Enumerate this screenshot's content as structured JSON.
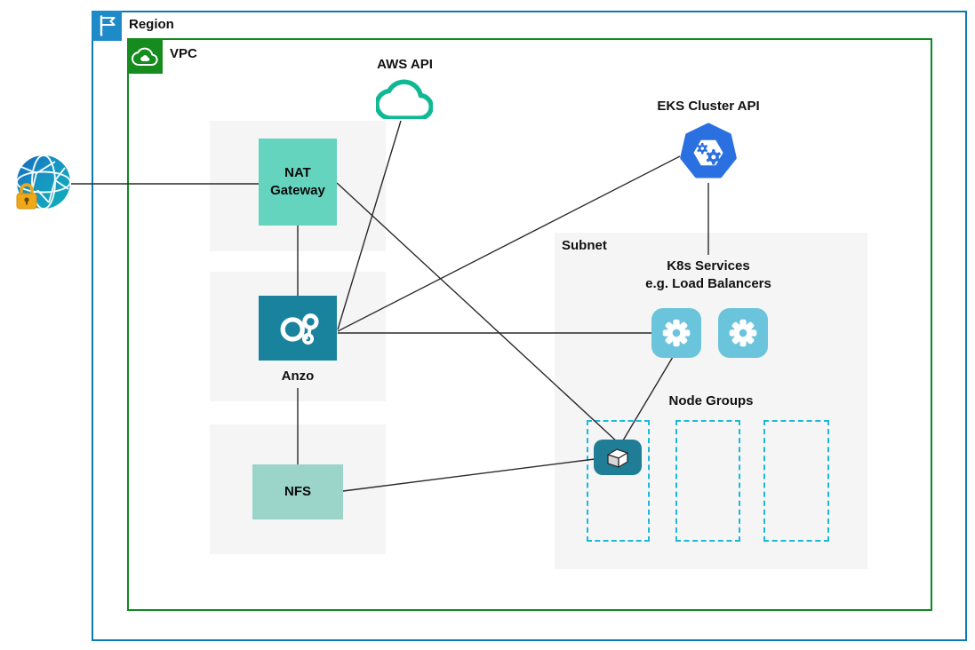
{
  "region": {
    "label": "Region"
  },
  "vpc": {
    "label": "VPC"
  },
  "internet": {
    "icon": "globe-with-lock"
  },
  "aws_api": {
    "label": "AWS API",
    "icon": "cloud-outline"
  },
  "eks": {
    "label": "EKS Cluster API",
    "icon": "eks-heptagon"
  },
  "nat": {
    "label": "NAT\nGateway"
  },
  "anzo": {
    "label": "Anzo",
    "icon": "anzo-graph-logo"
  },
  "nfs": {
    "label": "NFS"
  },
  "subnet": {
    "label": "Subnet"
  },
  "k8s_services": {
    "label": "K8s Services\ne.g. Load Balancers",
    "icon": "gear"
  },
  "node_groups": {
    "label": "Node Groups",
    "count": 3,
    "icon": "cube"
  },
  "colors": {
    "region_border": "#0E79B9",
    "region_flag_bg": "#1E8BC8",
    "vpc_border": "#0F8A20",
    "vpc_icon_bg": "#168B1E",
    "panel_gray": "#F5F5F5",
    "nat_fill": "#65D4BF",
    "anzo_fill": "#19829C",
    "nfs_fill": "#9BD4C9",
    "gear_fill": "#69C4DC",
    "cube_fill": "#1F7E96",
    "node_group_dash": "#1CB8D8",
    "eks_blue": "#2B70E0",
    "aws_cloud_teal": "#10B894",
    "lock_orange": "#F0A818",
    "connector": "#2A2A2A"
  }
}
